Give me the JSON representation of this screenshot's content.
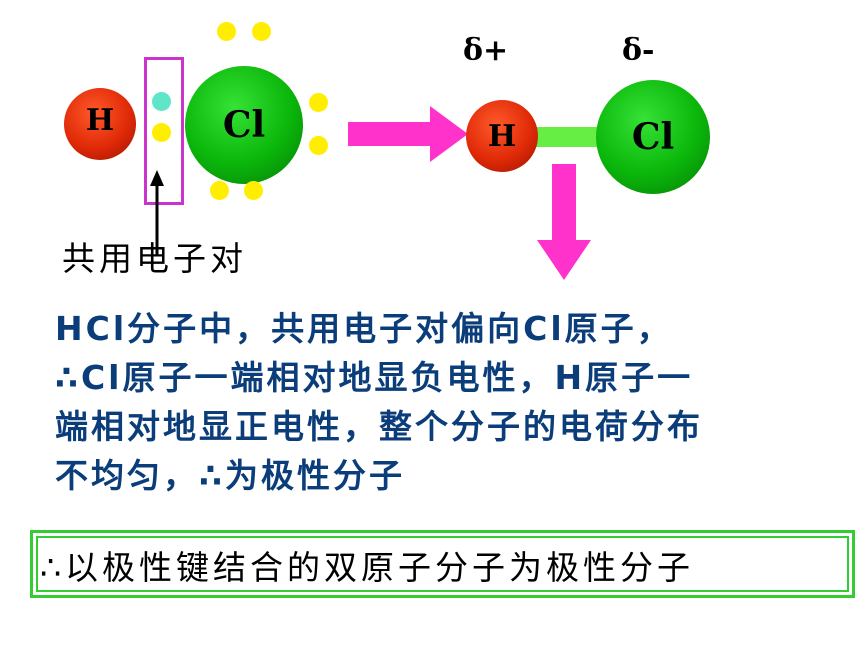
{
  "left_molecule": {
    "h_label": "H",
    "cl_label": "Cl",
    "shared_pair_caption": "共用电子对"
  },
  "right_molecule": {
    "h_label": "H",
    "cl_label": "Cl",
    "delta_positive": "δ+",
    "delta_negative": "δ-"
  },
  "explanation": {
    "lines": [
      "HCl分子中，共用电子对偏向Cl原子，",
      "∴Cl原子一端相对地显负电性，H原子一",
      "端相对地显正电性，整个分子的电荷分布",
      "不均匀，∴为极性分子"
    ]
  },
  "conclusion": {
    "text": "∴以极性键结合的双原子分子为极性分子"
  },
  "colors": {
    "hydrogen": "#e02a08",
    "chlorine": "#0bb60b",
    "lone_pair_electron": "#ffee00",
    "h_electron": "#5fe6c8",
    "shared_box": "#cc33cc",
    "arrow": "#ff33cc",
    "bond": "#66ee44",
    "text": "#0a3d7a",
    "conclusion_border": "#33cc33"
  }
}
